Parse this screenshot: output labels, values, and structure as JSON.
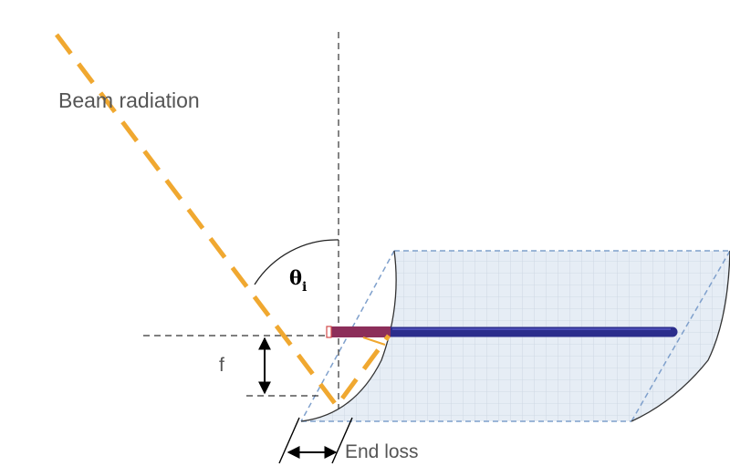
{
  "labels": {
    "beam": "Beam radiation",
    "theta": "θ",
    "theta_sub": "i",
    "focal": "f",
    "end_loss": "End loss"
  },
  "colors": {
    "beam": "#F0A830",
    "receiver": "#2B2D8C",
    "receiver_lost": "#8C2E5A",
    "collector_fill": "#E6EDF5",
    "collector_grid": "#C9D3E0",
    "collector_edge": "#7FA0CC",
    "guide": "#333333"
  }
}
